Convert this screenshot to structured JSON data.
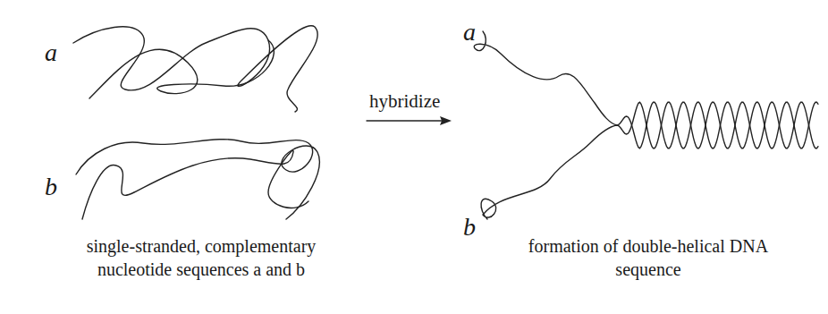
{
  "diagram": {
    "labels": [
      "a",
      "b",
      "hybridize",
      "a",
      "b",
      "single-stranded, complementary nucleotide sequences a and b",
      "formation of double-helical DNA sequence"
    ]
  }
}
